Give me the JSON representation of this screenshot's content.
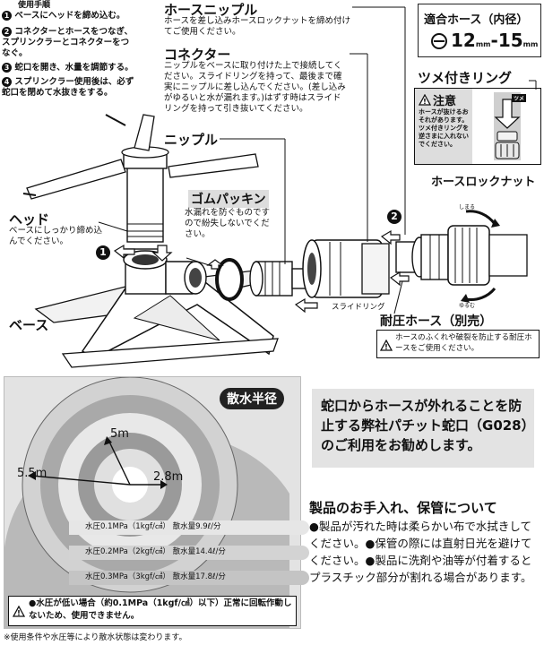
{
  "usage": {
    "title": "使用手順",
    "steps": [
      {
        "num": "1",
        "text": "ベースにヘッドを締め込む。"
      },
      {
        "num": "2",
        "text": "コネクターとホースをつなぎ、スプリンクラーとコネクターをつなぐ。"
      },
      {
        "num": "3",
        "text": "蛇口を開き、水量を調節する。"
      },
      {
        "num": "4",
        "text": "スプリンクラー使用後は、必ず蛇口を閉めて水抜きをする。"
      }
    ]
  },
  "hose_spec": {
    "title": "適合ホース（内径）",
    "value": "12",
    "unit1": "mm",
    "dash": "-",
    "value2": "15",
    "unit2": "mm"
  },
  "parts": {
    "hose_nipple": {
      "name": "ホースニップル",
      "desc": "ホースを差し込みホースロックナットを締め付けてご使用ください。"
    },
    "connector": {
      "name": "コネクター",
      "desc": "ニップルをベースに取り付けた上で接続してください。スライドリングを持って、最後まで確実にニップルに差し込んでください。(差し込みがゆるいと水が漏れます。)はずす時はスライドリングを持って引き抜いてください。"
    },
    "nipple": {
      "name": "ニップル"
    },
    "gasket": {
      "name": "ゴムパッキン",
      "desc": "水漏れを防ぐものですので紛失しないでください。"
    },
    "head": {
      "name": "ヘッド",
      "desc": "ベースにしっかり締め込んでください。"
    },
    "base": {
      "name": "ベース"
    },
    "claw_ring": {
      "name": "ツメ付きリング"
    },
    "hose_lock_nut": {
      "name": "ホースロックナット"
    },
    "pressure_hose": {
      "name": "耐圧ホース（別売）",
      "desc": "ホースのふくれや破裂を防止する耐圧ホースをご使用ください。"
    },
    "slide_ring": {
      "name": "スライドリング"
    },
    "tighten": "しまる",
    "loosen": "ゆるむ"
  },
  "caution": {
    "title": "注意",
    "text": "ホースが抜けるおそれがあります。ツメ付きリングを逆さまに入れないでください。",
    "badge": "ツメ"
  },
  "markers": {
    "one": "1",
    "two": "2"
  },
  "radius": {
    "title": "散水半径",
    "r1": "5m",
    "r2": "5.5m",
    "r3": "2.8m",
    "bands": [
      {
        "pressure": "水圧0.1MPa（1kgf/㎠）",
        "flow": "散水量9.9ℓ/分"
      },
      {
        "pressure": "水圧0.2MPa（2kgf/㎠）",
        "flow": "散水量14.4ℓ/分"
      },
      {
        "pressure": "水圧0.3MPa（3kgf/㎠）",
        "flow": "散水量17.8ℓ/分"
      }
    ],
    "warning": "●水圧が低い場合（約0.1MPa（1kgf/㎠）以下）正常に回転作動しないため、使用できません。"
  },
  "footnote": "※使用条件や水圧等により散水状態は変わります。",
  "ad": "蛇口からホースが外れることを防止する弊社パチット蛇口（G028）のご利用をお勧めします。",
  "care": {
    "title": "製品のお手入れ、保管について",
    "text": "●製品が汚れた時は柔らかい布で水拭きしてください。●保管の際には直射日光を避けてください。●製品に洗剤や油等が付着するとプラスチック部分が割れる場合があります。"
  }
}
